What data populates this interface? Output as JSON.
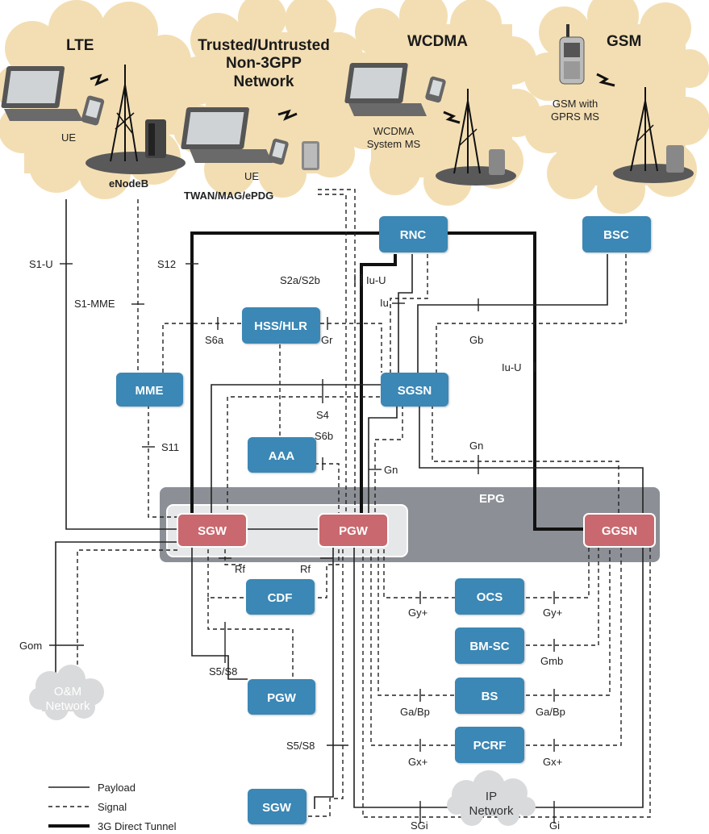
{
  "clouds": {
    "lte": {
      "title": "LTE",
      "ue": "UE",
      "enodeb": "eNodeB"
    },
    "non3gpp": {
      "title_lines": [
        "Trusted/Untrusted",
        "Non-3GPP",
        "Network"
      ],
      "ue": "UE",
      "twan": "TWAN/MAG/ePDG"
    },
    "wcdma": {
      "title": "WCDMA",
      "ms_lines": [
        "WCDMA",
        "System MS"
      ]
    },
    "gsm": {
      "title": "GSM",
      "ms_lines": [
        "GSM with",
        "GPRS MS"
      ]
    }
  },
  "nodes": {
    "rnc": "RNC",
    "bsc": "BSC",
    "hss": "HSS/HLR",
    "mme": "MME",
    "sgsn": "SGSN",
    "aaa": "AAA",
    "epg": "EPG",
    "sgw": "SGW",
    "pgw": "PGW",
    "ggsn": "GGSN",
    "cdf": "CDF",
    "ocs": "OCS",
    "bmsc": "BM-SC",
    "bs": "BS",
    "pcrf": "PCRF",
    "pgw_remote": "PGW",
    "sgw_remote": "SGW"
  },
  "interfaces": {
    "s1u": "S1-U",
    "s12": "S12",
    "s2a": "S2a/S2b",
    "iu_u_top": "Iu-U",
    "iu": "Iu",
    "s1mme": "S1-MME",
    "s6a": "S6a",
    "gr": "Gr",
    "gb": "Gb",
    "iu_u_right": "Iu-U",
    "s4": "S4",
    "s6b": "S6b",
    "s11": "S11",
    "gn_left": "Gn",
    "gn_right": "Gn",
    "rf_left": "Rf",
    "rf_right": "Rf",
    "gy_left": "Gy+",
    "gy_right": "Gy+",
    "gmb": "Gmb",
    "ga_left": "Ga/Bp",
    "ga_right": "Ga/Bp",
    "gx_left": "Gx+",
    "gx_right": "Gx+",
    "gom": "Gom",
    "s5s8_a": "S5/S8",
    "s5s8_b": "S5/S8",
    "sgi": "SGi",
    "gi": "Gi"
  },
  "om_network": [
    "O&M",
    "Network"
  ],
  "ip_network": [
    "IP",
    "Network"
  ],
  "legend": {
    "payload": "Payload",
    "signal": "Signal",
    "tunnel": "3G Direct Tunnel"
  },
  "colors": {
    "node": "#3a87b5",
    "gateway": "#c9686e",
    "epg": "#8c9096",
    "cloud": "#f3deb3",
    "gray_cloud": "#d9dadc"
  }
}
